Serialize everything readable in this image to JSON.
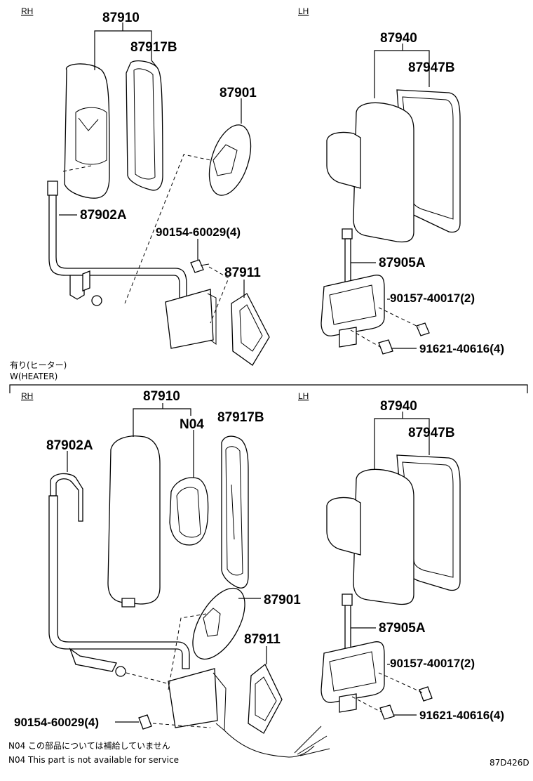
{
  "sections": {
    "top": {
      "rh_label": "RH",
      "lh_label": "LH",
      "rh_parts": {
        "mirror_assy": "87910",
        "frame": "87917B",
        "mirror": "87901",
        "stay": "87902A",
        "screw": "90154-60029(4)",
        "cover": "87911"
      },
      "lh_parts": {
        "mirror_assy": "87940",
        "frame": "87947B",
        "stay": "87905A",
        "screw": "90157-40017(2)",
        "bolt": "91621-40616(4)"
      }
    },
    "divider": {
      "label_ja": "有り(ヒーター)",
      "label_en": "W(HEATER)"
    },
    "bottom": {
      "rh_label": "RH",
      "lh_label": "LH",
      "rh_parts": {
        "mirror_assy": "87910",
        "heater": "N04",
        "frame": "87917B",
        "stay": "87902A",
        "mirror": "87901",
        "cover": "87911",
        "screw": "90154-60029(4)"
      },
      "lh_parts": {
        "mirror_assy": "87940",
        "frame": "87947B",
        "stay": "87905A",
        "screw": "90157-40017(2)",
        "bolt": "91621-40616(4)"
      }
    }
  },
  "notes": {
    "n04_ja": "N04 この部品については補給していません",
    "n04_en": "N04 This part is not available for service"
  },
  "drawing_code": "87D426D"
}
